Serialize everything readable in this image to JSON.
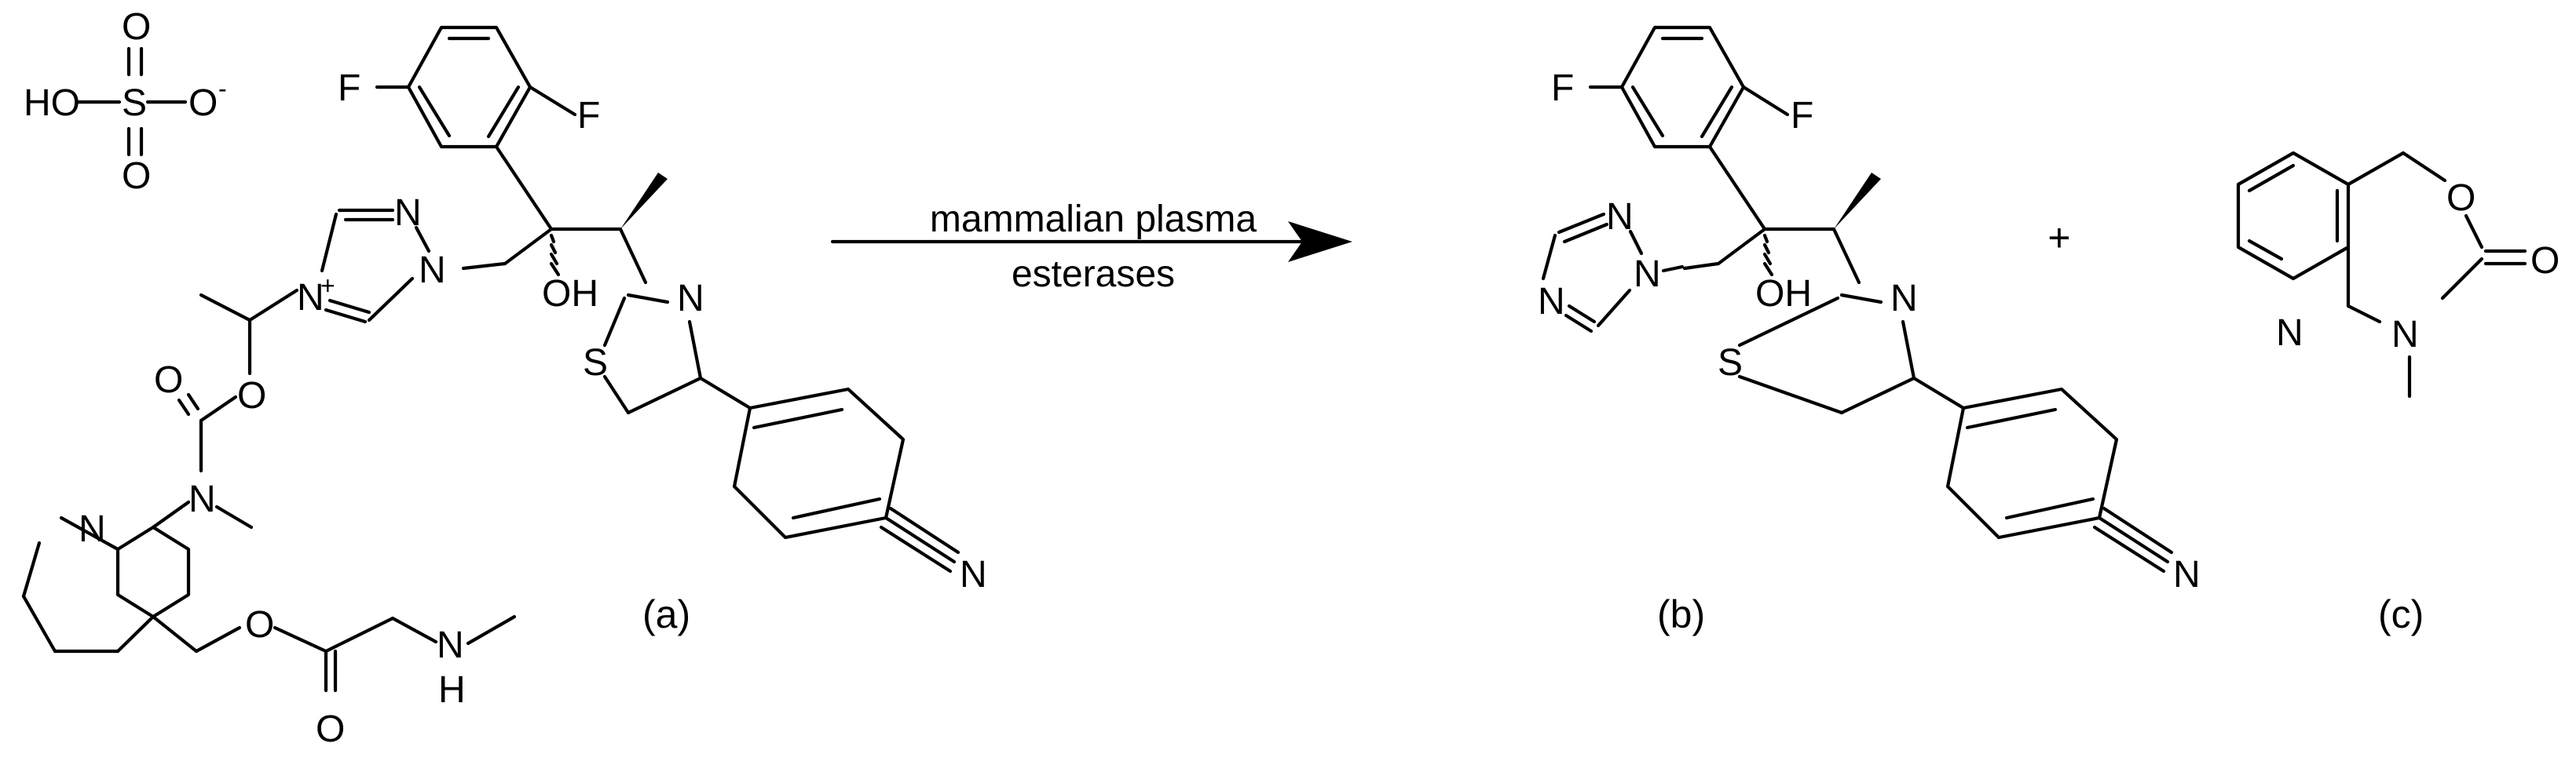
{
  "reaction": {
    "conditions_line1": "mammalian plasma",
    "conditions_line2": "esterases",
    "plus_sign": "+"
  },
  "compounds": {
    "a": {
      "label": "(a)"
    },
    "b": {
      "label": "(b)"
    },
    "c": {
      "label": "(c)"
    }
  },
  "atoms": {
    "F": "F",
    "N": "N",
    "O": "O",
    "S": "S",
    "H": "H",
    "OH": "OH",
    "HO": "HO",
    "plus": "+",
    "minus": "-"
  }
}
